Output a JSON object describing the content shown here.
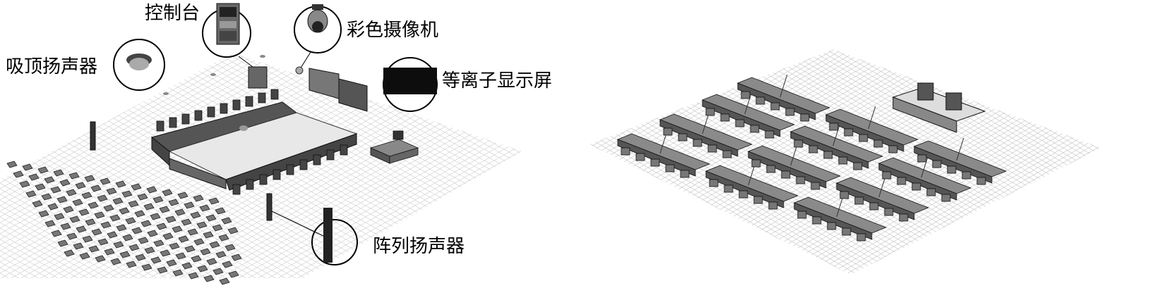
{
  "left_panel": {
    "labels": {
      "console": "控制台",
      "color_camera": "彩色摄像机",
      "ceiling_speaker": "吸顶扬声器",
      "plasma_screen": "等离子显示屏",
      "array_speaker": "阵列扬声器"
    }
  },
  "colors": {
    "ink": "#1a1a1a",
    "grid": "#c9c9c9",
    "furniture": "#6d6d6d",
    "screen": "#111111"
  }
}
